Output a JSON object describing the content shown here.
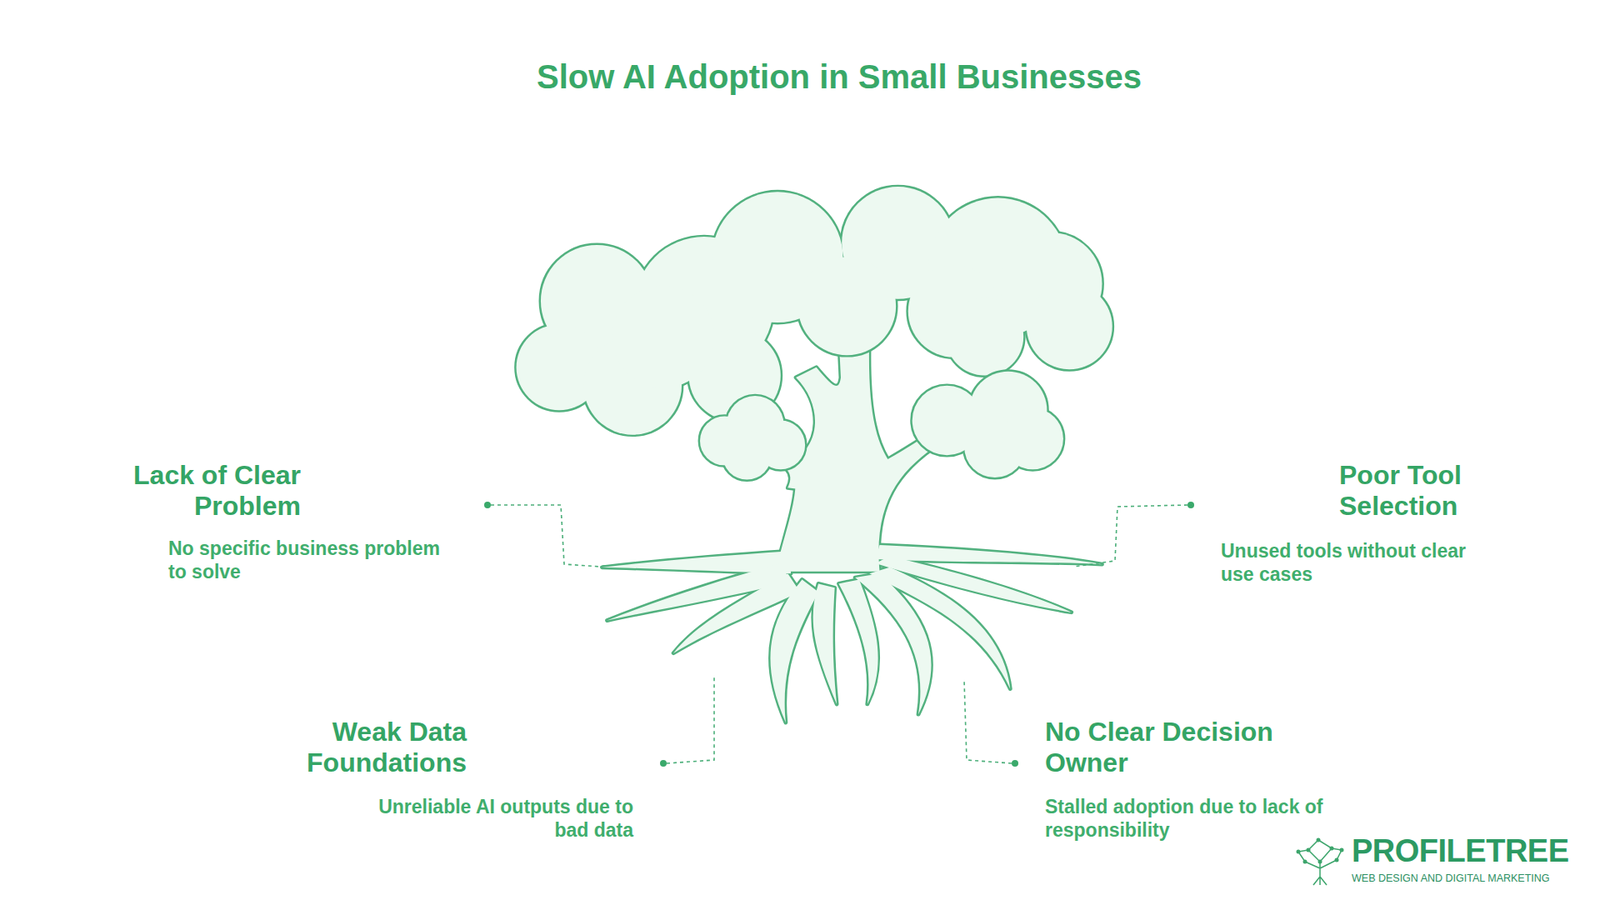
{
  "diagram": {
    "title": "Slow AI Adoption in Small Businesses",
    "labels": [
      "Lack of Clear Problem",
      "No specific business problem to solve",
      "Poor Tool Selection",
      "Unused tools without clear use cases",
      "Weak Data Foundations",
      "Unreliable AI outputs due to bad data",
      "No Clear Decision Owner",
      "Stalled adoption due to lack of responsibility",
      "PROFILETREE",
      "WEB DESIGN AND DIGITAL MARKETING"
    ]
  }
}
